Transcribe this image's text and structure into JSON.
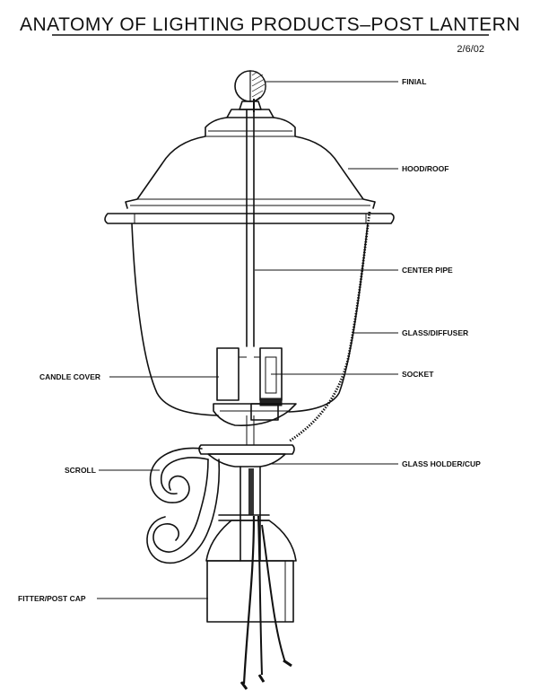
{
  "title": "ANATOMY OF LIGHTING PRODUCTS–POST LANTERN",
  "date": "2/6/02",
  "labels": {
    "finial": "FINIAL",
    "hood_roof": "HOOD/ROOF",
    "center_pipe": "CENTER PIPE",
    "glass_diffuser": "GLASS/DIFFUSER",
    "socket": "SOCKET",
    "candle_cover": "CANDLE COVER",
    "glass_holder_cup": "GLASS HOLDER/CUP",
    "scroll": "SCROLL",
    "fitter_post_cap": "FITTER/POST CAP"
  }
}
